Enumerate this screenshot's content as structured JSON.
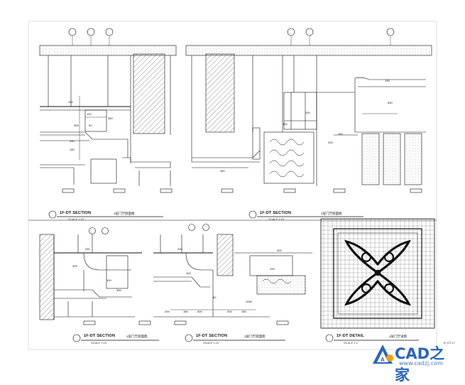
{
  "sections": [
    {
      "id": "s1",
      "title": "1F-DT  SECTION",
      "scale": "SCALE  1:10",
      "cn": "1层门厅剖面图"
    },
    {
      "id": "s2",
      "title": "1F-DT  SECTION",
      "scale": "SCALE  1:10",
      "cn": "1层门厅剖面图"
    },
    {
      "id": "s3",
      "title": "1F-DT  SECTION",
      "scale": "SCALE  1:10",
      "cn": "1层门厅剖面图"
    },
    {
      "id": "s4",
      "title": "1F-DT  SECTION",
      "scale": "SCALE  1:10",
      "cn": "1层门厅剖面图"
    },
    {
      "id": "s5",
      "title": "1F-DT  DETAIL",
      "scale": "SCALE  1:2",
      "cn": "1层门厅详图"
    }
  ],
  "dimensions": {
    "d1": "100",
    "d2": "120",
    "d3": "300",
    "d4": "50",
    "d5": "260",
    "d6": "200",
    "d7": "100",
    "d8": "350",
    "d9": "150",
    "d10": "200",
    "d11": "650",
    "d12": "130",
    "d13": "200",
    "d14": "120",
    "d15": "250",
    "d16": "300",
    "d17": "100",
    "d18": "300",
    "d19": "200",
    "d20": "1260",
    "d21": "100",
    "d22": "60",
    "d23": "180",
    "d24": "600",
    "d25": "200",
    "d26": "150",
    "d27": "200",
    "d28": "300",
    "d29": "200"
  },
  "sheet_no": "1F-DT-17",
  "logo": {
    "word": "CAD之家",
    "url": "www.cadzj.com"
  },
  "colors": {
    "line": "#111111",
    "hatch": "#444444",
    "logo": "#2a66b8",
    "logo_accent": "#f2a20a"
  }
}
